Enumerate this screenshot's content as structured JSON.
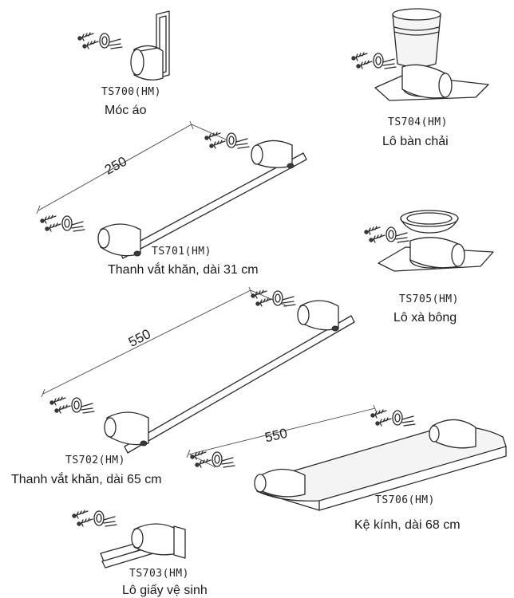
{
  "products": [
    {
      "code": "TS700(HM)",
      "name": "Móc áo"
    },
    {
      "code": "TS704(HM)",
      "name": "Lô bàn chải"
    },
    {
      "code": "TS701(HM)",
      "name": "Thanh vắt khăn, dài 31 cm",
      "dimension": "250"
    },
    {
      "code": "TS705(HM)",
      "name": "Lô xà bông"
    },
    {
      "code": "TS702(HM)",
      "name": "Thanh vắt khăn, dài 65 cm",
      "dimension": "550"
    },
    {
      "code": "TS706(HM)",
      "name": "Kệ kính, dài 68 cm",
      "dimension": "550"
    },
    {
      "code": "TS703(HM)",
      "name": "Lô giấy vệ sinh"
    }
  ]
}
